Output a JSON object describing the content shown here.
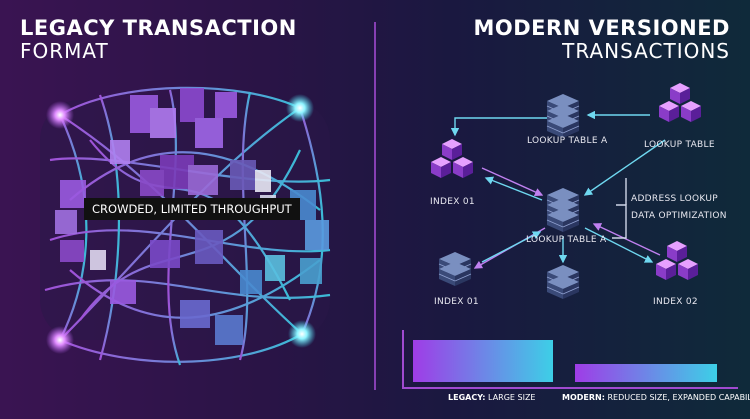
{
  "left_title": {
    "line1": "LEGACY TRANSACTION",
    "line2": "FORMAT"
  },
  "right_title": {
    "line1": "MODERN VERSIONED",
    "line2": "TRANSACTIONS"
  },
  "callout": "CROWDED, LIMITED THROUGHPUT",
  "nodes": {
    "lookup_a_top": "LOOKUP TABLE A",
    "lookup_top_right": "LOOKUP TABLE",
    "index01_left": "INDEX 01",
    "lookup_a_center": "LOOKUP TABLE A",
    "index01_bottom": "INDEX 01",
    "index02_bottom": "INDEX 02"
  },
  "annotations": {
    "address_lookup": "ADDRESS LOOKUP",
    "data_optimization": "DATA OPTIMIZATION"
  },
  "legend": {
    "legacy_key": "LEGACY:",
    "legacy_value": "LARGE SIZE",
    "modern_key": "MODERN:",
    "modern_value": "REDUCED SIZE, EXPANDED CAPABILITY"
  },
  "colors": {
    "purple": "#b45cf0",
    "cyan": "#3fd8f0",
    "divider": "#a04ad0"
  }
}
